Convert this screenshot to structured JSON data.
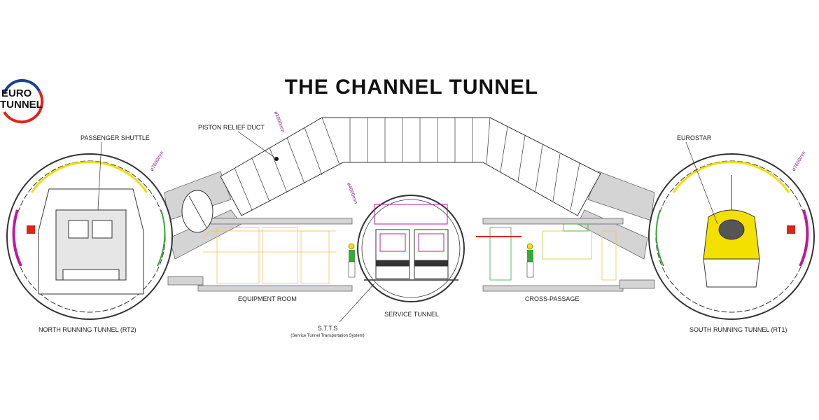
{
  "title": "THE CHANNEL TUNNEL",
  "logo": {
    "line1": "EURO",
    "line2": "TUNNEL",
    "colors": {
      "top": "#1c3f94",
      "bottom": "#e2231a"
    }
  },
  "labels": {
    "passenger_shuttle": "PASSENGER SHUTTLE",
    "piston_relief_duct": "PISTON RELIEF DUCT",
    "eurostar": "EUROSTAR",
    "equipment_room": "EQUIPMENT ROOM",
    "service_tunnel": "SERVICE TUNNEL",
    "cross_passage": "CROSS-PASSAGE",
    "stts": "S.T.T.S",
    "stts_full": "(Service Tunnel Transportation System)",
    "north_tunnel": "NORTH RUNNING TUNNEL (RT2)",
    "south_tunnel": "SOUTH RUNNING TUNNEL (RT1)"
  },
  "dimensions": {
    "running_tunnel_left": "ø7600mm",
    "running_tunnel_right": "ø7600mm",
    "duct": "ø2000mm",
    "service_tunnel": "ø4800mm"
  },
  "colors": {
    "dimension": "#8a1a8a",
    "eurostar": "#f3e000",
    "services_yellow": "#f0e000",
    "services_green": "#3aa83a",
    "services_magenta": "#c0189a",
    "structure_gray": "#c8c8c8"
  }
}
